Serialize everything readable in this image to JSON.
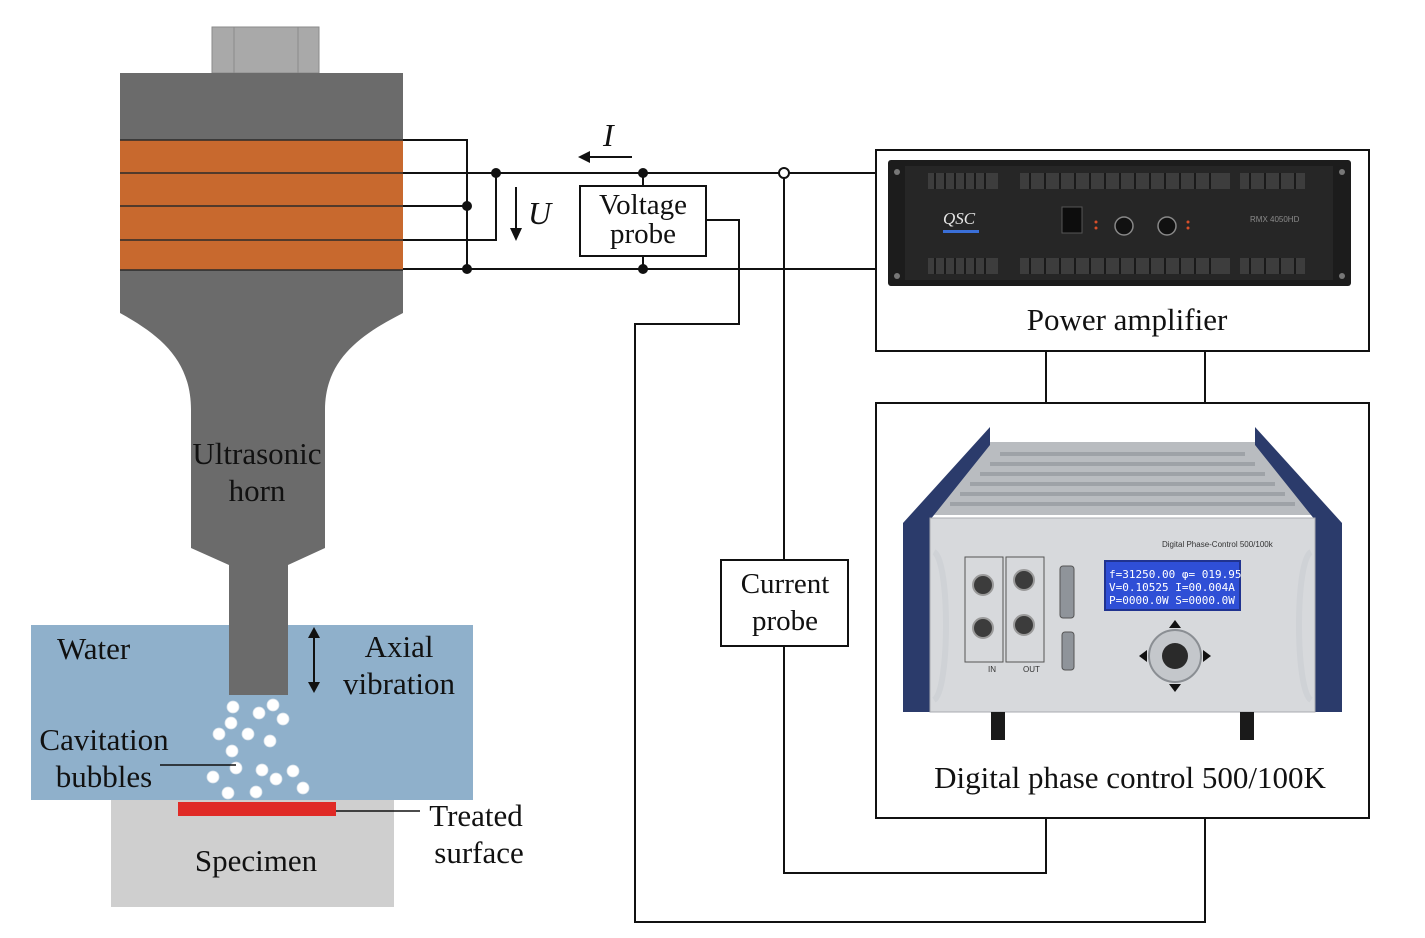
{
  "labels": {
    "ultrasonic_horn_line1": "Ultrasonic",
    "ultrasonic_horn_line2": "horn",
    "water": "Water",
    "axial_vibration_line1": "Axial",
    "axial_vibration_line2": "vibration",
    "cavitation_bubbles_line1": "Cavitation",
    "cavitation_bubbles_line2": "bubbles",
    "treated_surface_line1": "Treated",
    "treated_surface_line2": "surface",
    "specimen": "Specimen",
    "voltage_probe_line1": "Voltage",
    "voltage_probe_line2": "probe",
    "current_probe_line1": "Current",
    "current_probe_line2": "probe",
    "power_amplifier": "Power amplifier",
    "digital_phase_control": "Digital phase control 500/100K",
    "current_symbol": "I",
    "voltage_symbol": "U"
  },
  "amplifier_faceplate": {
    "brand": "QSC",
    "model": "RMX 4050HD"
  },
  "controller_faceplate": {
    "title": "Digital Phase-Control 500/100k",
    "display_line1": "f=31250.00  φ= 019.95",
    "display_line2": "V=0.10525  I=00.004A",
    "display_line3": "P=0000.0W  S=0000.0W",
    "in_label": "IN",
    "out_label": "OUT"
  },
  "colors": {
    "transducer_body": "#6b6b6b",
    "piezo_stack": "#c8692e",
    "water": "#8fb0cb",
    "specimen": "#cfcfcf",
    "treated_surface": "#e02a26",
    "wire": "#111111",
    "lcd": "#2f4fd6"
  }
}
